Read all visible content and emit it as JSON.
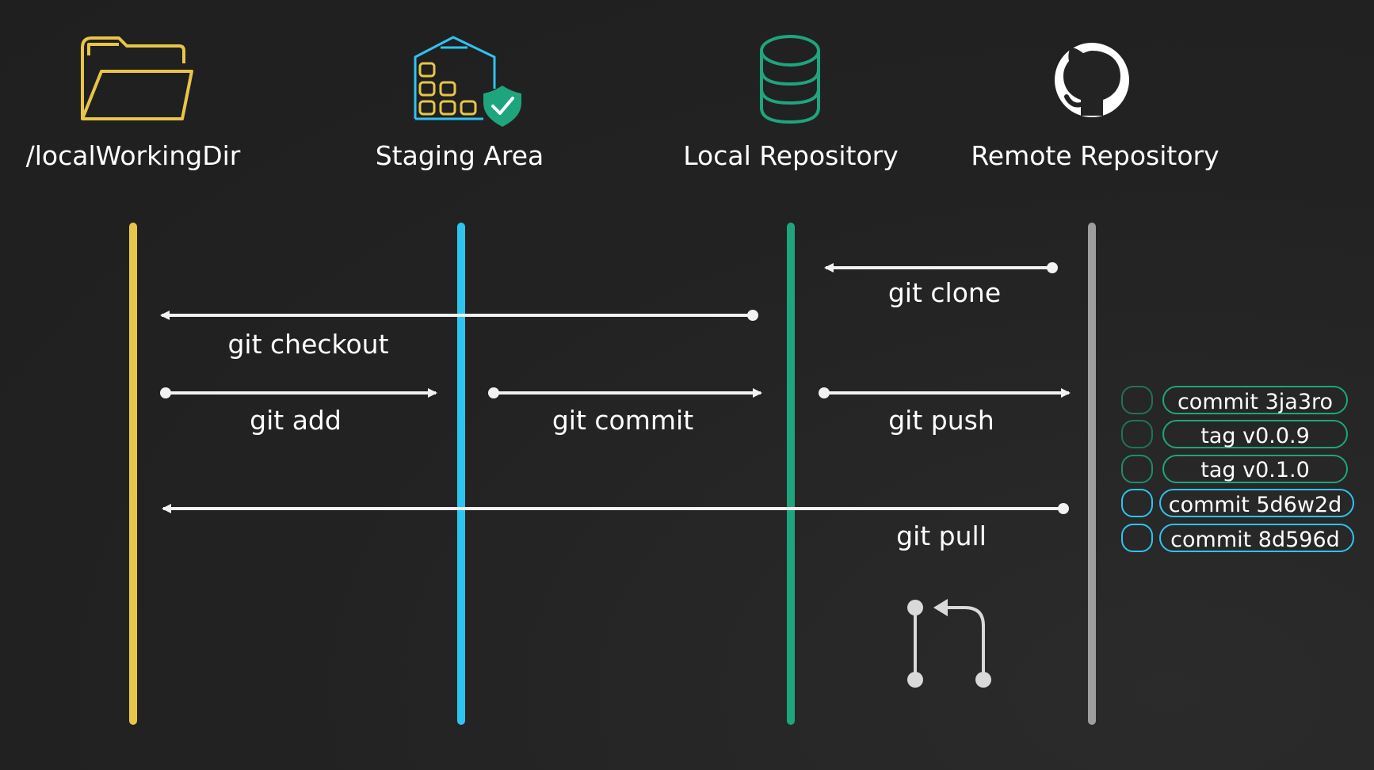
{
  "columns": [
    {
      "id": "working-dir",
      "title": "/localWorkingDir",
      "icon": "folder-icon",
      "color": "#e8c547"
    },
    {
      "id": "staging",
      "title": "Staging Area",
      "icon": "staging-box-shield-icon",
      "color": "#2ec4f0"
    },
    {
      "id": "local-repo",
      "title": "Local Repository",
      "icon": "database-icon",
      "color": "#1fa57e"
    },
    {
      "id": "remote-repo",
      "title": "Remote Repository",
      "icon": "github-icon",
      "color": "#9e9e9e"
    }
  ],
  "commands": {
    "clone": "git clone",
    "checkout": "git checkout",
    "add": "git add",
    "commit": "git commit",
    "push": "git push",
    "pull": "git pull"
  },
  "remote_items": [
    {
      "label": "commit 3ja3ro",
      "color": "#1fa57e"
    },
    {
      "label": "tag v0.0.9",
      "color": "#1fa57e"
    },
    {
      "label": "tag v0.1.0",
      "color": "#1fa57e"
    },
    {
      "label": "commit 5d6w2d",
      "color": "#2ec4f0"
    },
    {
      "label": "commit 8d596d",
      "color": "#2ec4f0"
    }
  ],
  "pull_request_icon": "pull-request-icon",
  "colors": {
    "background": "#232323",
    "arrow": "#f2f2f2",
    "text": "#ffffff"
  }
}
